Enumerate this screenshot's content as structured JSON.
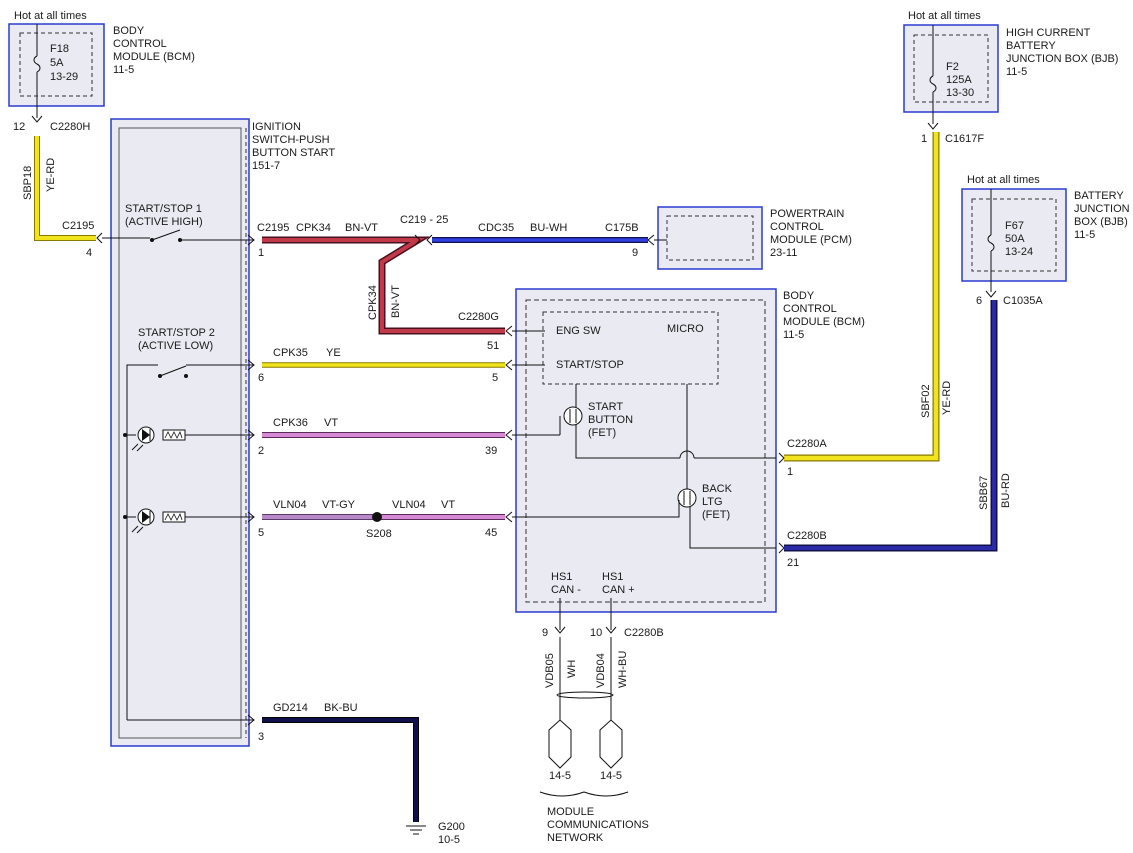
{
  "hot_label": "Hot at all times",
  "colors": {
    "module_border": "#2a3bd1",
    "module_fill": "#eaeaf2",
    "wire_yellow": "#f2e41c",
    "wire_yellow_edge": "#8a7a00",
    "wire_brown_violet": "#c23a4a",
    "wire_blue_white": "#3040e0",
    "wire_violet": "#d68ad6",
    "wire_violet_grey": "#b888c8",
    "wire_blue_red": "#2a2aa8",
    "wire_black_blue": "#10104a"
  },
  "bcm_fuse": {
    "fuse": "F18",
    "rating": "5A",
    "ref": "13-29",
    "module_line1": "BODY",
    "module_line2": "CONTROL",
    "module_line3": "MODULE (BCM)",
    "module_page": "11-5"
  },
  "bjb_high": {
    "fuse": "F2",
    "rating": "125A",
    "ref": "13-30",
    "line1": "HIGH CURRENT",
    "line2": "BATTERY",
    "line3": "JUNCTION BOX (BJB)",
    "page": "11-5"
  },
  "bjb": {
    "fuse": "F67",
    "rating": "50A",
    "ref": "13-24",
    "line1": "BATTERY",
    "line2": "JUNCTION",
    "line3": "BOX (BJB)",
    "page": "11-5"
  },
  "ignition_switch": {
    "line1": "IGNITION",
    "line2": "SWITCH-PUSH",
    "line3": "BUTTON START",
    "page": "151-7",
    "ss1_line1": "START/STOP 1",
    "ss1_line2": "(ACTIVE HIGH)",
    "ss2_line1": "START/STOP 2",
    "ss2_line2": "(ACTIVE LOW)"
  },
  "pcm": {
    "line1": "POWERTRAIN",
    "line2": "CONTROL",
    "line3": "MODULE (PCM)",
    "page": "23-11"
  },
  "bcm": {
    "line1": "BODY",
    "line2": "CONTROL",
    "line3": "MODULE (BCM)",
    "page": "11-5",
    "eng_sw": "ENG SW",
    "micro": "MICRO",
    "start_stop": "START/STOP",
    "start_button_1": "START",
    "start_button_2": "BUTTON",
    "start_button_3": "(FET)",
    "back_ltg_1": "BACK",
    "back_ltg_2": "LTG",
    "back_ltg_3": "(FET)",
    "hs1_minus_1": "HS1",
    "hs1_minus_2": "CAN -",
    "hs1_plus_1": "HS1",
    "hs1_plus_2": "CAN +"
  },
  "connectors": {
    "c2280h": "C2280H",
    "pin_12": "12",
    "c2195_left": "C2195",
    "pin_4": "4",
    "c2195_right": "C2195",
    "pin_1": "1",
    "c219": "C219 - 25",
    "c175b": "C175B",
    "pin_9_pcm": "9",
    "c2280g": "C2280G",
    "pin_51": "51",
    "pin_6": "6",
    "pin_5": "5",
    "pin_2": "2",
    "pin_39": "39",
    "pin_5b": "5",
    "pin_45": "45",
    "s208": "S208",
    "c1617f": "C1617F",
    "pin_1_bjbh": "1",
    "c1035a": "C1035A",
    "pin_6_bjb": "6",
    "c2280a": "C2280A",
    "pin_1_a": "1",
    "c2280b_right": "C2280B",
    "pin_21": "21",
    "pin_9_can": "9",
    "pin_10_can": "10",
    "c2280b_can": "C2280B",
    "pin_3": "3"
  },
  "wires": {
    "sbp18": "SBP18",
    "ye_rd_1": "YE-RD",
    "cpk34_h": "CPK34",
    "bn_vt_h": "BN-VT",
    "cdc35": "CDC35",
    "bu_wh": "BU-WH",
    "cpk34_v": "CPK34",
    "bn_vt_v": "BN-VT",
    "cpk35": "CPK35",
    "ye": "YE",
    "cpk36": "CPK36",
    "vt": "VT",
    "vln04_a": "VLN04",
    "vt_gy": "VT-GY",
    "vln04_b": "VLN04",
    "vt_b": "VT",
    "sbf02": "SBF02",
    "ye_rd_2": "YE-RD",
    "sbb67": "SBB67",
    "bu_rd": "BU-RD",
    "vdb05": "VDB05",
    "wh": "WH",
    "vdb04": "VDB04",
    "wh_bu": "WH-BU",
    "gd214": "GD214",
    "bk_bu": "BK-BU"
  },
  "network": {
    "ref_left": "14-5",
    "ref_right": "14-5",
    "line1": "MODULE",
    "line2": "COMMUNICATIONS",
    "line3": "NETWORK"
  },
  "ground": {
    "name": "G200",
    "page": "10-5"
  }
}
